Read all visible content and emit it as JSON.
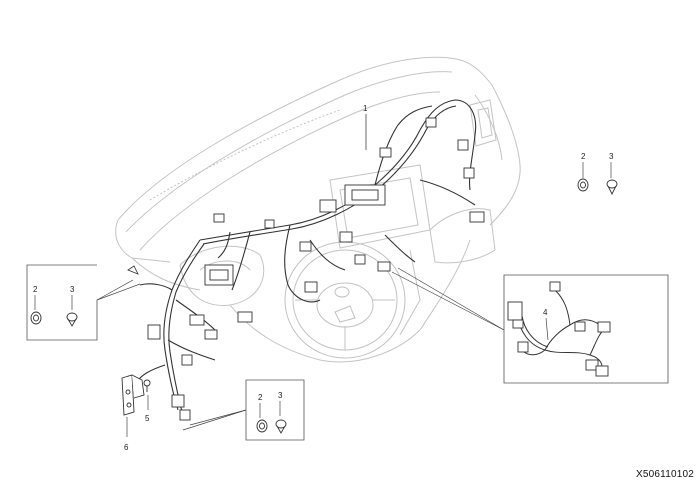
{
  "callouts": {
    "harness": "1",
    "grommet_top_right": "2",
    "clip_top_right": "3",
    "grommet_left": "2",
    "clip_left": "3",
    "grommet_bottom": "2",
    "clip_bottom": "3",
    "sub_harness": "4",
    "bracket_screw": "5",
    "bracket": "6"
  },
  "drawing_code": "X506110102",
  "colors": {
    "dash_outline": "#c9c9c9",
    "harness_line": "#333333",
    "leader_line": "#444444",
    "box_border": "#555555"
  }
}
